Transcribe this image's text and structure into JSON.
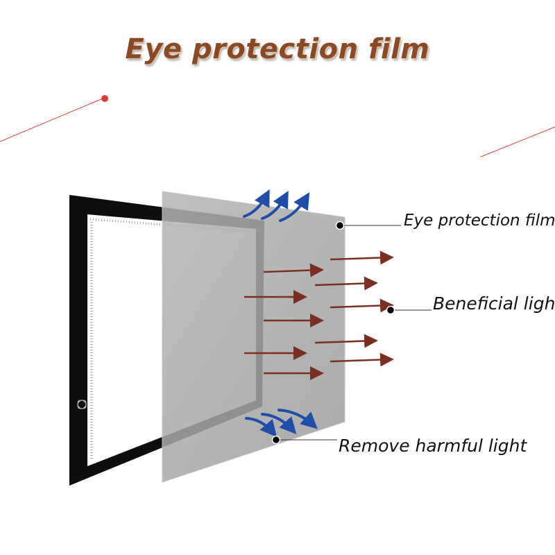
{
  "title": "Eye protection film",
  "labels": {
    "film": "Eye protection film",
    "beneficial": "Beneficial light",
    "remove": "Remove harmful light"
  },
  "colors": {
    "title": "#8a4a26",
    "beneficial_arrow": "#7b2f20",
    "harmful_arrow": "#1f4ea8",
    "film": "#9a9a9a",
    "frame": "#111111",
    "accent_line": "#e23a3a"
  },
  "icons": {
    "beneficial": "straight-arrow",
    "harmful": "curved-arrow",
    "power": "power-button-icon"
  }
}
